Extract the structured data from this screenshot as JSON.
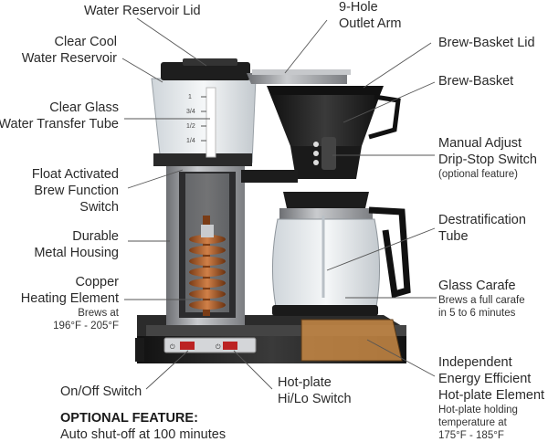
{
  "labels": {
    "reservoir_lid": "Water Reservoir Lid",
    "outlet_arm": [
      "9-Hole",
      "Outlet Arm"
    ],
    "clear_reservoir": [
      "Clear Cool",
      "Water Reservoir"
    ],
    "basket_lid": "Brew-Basket Lid",
    "brew_basket": "Brew-Basket",
    "glass_tube": [
      "Clear Glass",
      "Water Transfer Tube"
    ],
    "drip_stop": [
      "Manual Adjust",
      "Drip-Stop Switch"
    ],
    "drip_stop_note": "(optional feature)",
    "float_switch": [
      "Float Activated",
      "Brew Function",
      "Switch"
    ],
    "destrat_tube": [
      "Destratification",
      "Tube"
    ],
    "metal_housing": [
      "Durable",
      "Metal Housing"
    ],
    "copper_element": [
      "Copper",
      "Heating Element"
    ],
    "copper_note": [
      "Brews at",
      "196°F - 205°F"
    ],
    "glass_carafe": "Glass Carafe",
    "carafe_note": [
      "Brews a full carafe",
      "in 5 to 6 minutes"
    ],
    "on_off": "On/Off Switch",
    "hotplate_switch": [
      "Hot-plate",
      "Hi/Lo Switch"
    ],
    "hotplate_element": [
      "Independent",
      "Energy Efficient",
      "Hot-plate Element"
    ],
    "hotplate_note": [
      "Hot-plate holding",
      "temperature at",
      "175°F - 185°F"
    ]
  },
  "optional": {
    "title": "OPTIONAL FEATURE:",
    "text": "Auto shut-off at 100 minutes"
  },
  "gauge_marks": [
    "1",
    "3/4",
    "1/2",
    "1/4"
  ],
  "colors": {
    "black": "#1b1b1b",
    "metal": "#8d8f93",
    "copper": "#b5652e",
    "glass": "#dfe4e8"
  }
}
